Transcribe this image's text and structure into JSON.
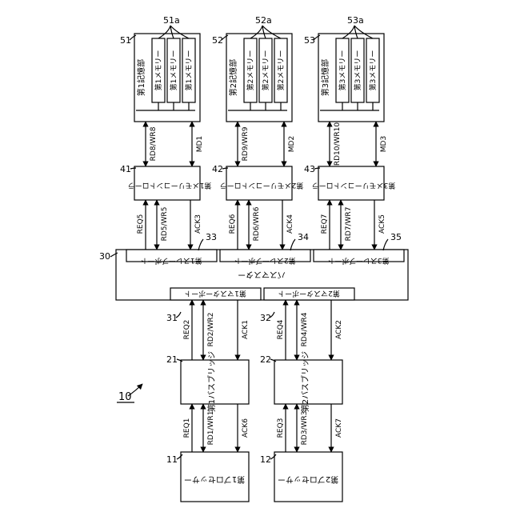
{
  "figure_ref": "10",
  "processors": [
    {
      "ref": "11",
      "label": "第1プロセッサー"
    },
    {
      "ref": "12",
      "label": "第2プロセッサー"
    }
  ],
  "bus_bridges": [
    {
      "ref": "21",
      "label": "第1バスブリッジ"
    },
    {
      "ref": "22",
      "label": "第2バスブリッジ"
    }
  ],
  "bus_master": {
    "ref": "30",
    "label": "バスマスター",
    "master_ports": [
      {
        "ref": "31",
        "label": "第1マスターポート"
      },
      {
        "ref": "32",
        "label": "第2マスターポート"
      }
    ],
    "slave_ports": [
      {
        "ref": "33",
        "label": "第1スレーブポート"
      },
      {
        "ref": "34",
        "label": "第2スレーブポート"
      },
      {
        "ref": "35",
        "label": "第3スレーブポート"
      }
    ]
  },
  "memory_controllers": [
    {
      "ref": "41",
      "label": "第1メモリーコントローラ"
    },
    {
      "ref": "42",
      "label": "第2メモリーコントローラ"
    },
    {
      "ref": "43",
      "label": "第3メモリーコントローラ"
    }
  ],
  "storage_units": [
    {
      "ref": "51",
      "label": "第1記憶部",
      "memory_ref": "51a",
      "memory_label": "第1メモリー"
    },
    {
      "ref": "52",
      "label": "第2記憶部",
      "memory_ref": "52a",
      "memory_label": "第2メモリー"
    },
    {
      "ref": "53",
      "label": "第3記憶部",
      "memory_ref": "53a",
      "memory_label": "第3メモリー"
    }
  ],
  "signals": {
    "proc1_bridge": [
      "REQ1",
      "RD1/WR1",
      "ACK6"
    ],
    "proc2_bridge": [
      "REQ3",
      "RD3/WR3",
      "ACK7"
    ],
    "bridge1_port": [
      "REQ2",
      "RD2/WR2",
      "ACK1"
    ],
    "bridge2_port": [
      "REQ4",
      "RD4/WR4",
      "ACK2"
    ],
    "slave1_ctrl": [
      "REQ5",
      "RD5/WR5",
      "ACK3"
    ],
    "slave2_ctrl": [
      "REQ6",
      "RD6/WR6",
      "ACK4"
    ],
    "slave3_ctrl": [
      "REQ7",
      "RD7/WR7",
      "ACK5"
    ],
    "ctrl1_mem": [
      "RD8/WR8",
      "MD1"
    ],
    "ctrl2_mem": [
      "RD9/WR9",
      "MD2"
    ],
    "ctrl3_mem": [
      "RD10/WR10",
      "MD3"
    ]
  }
}
